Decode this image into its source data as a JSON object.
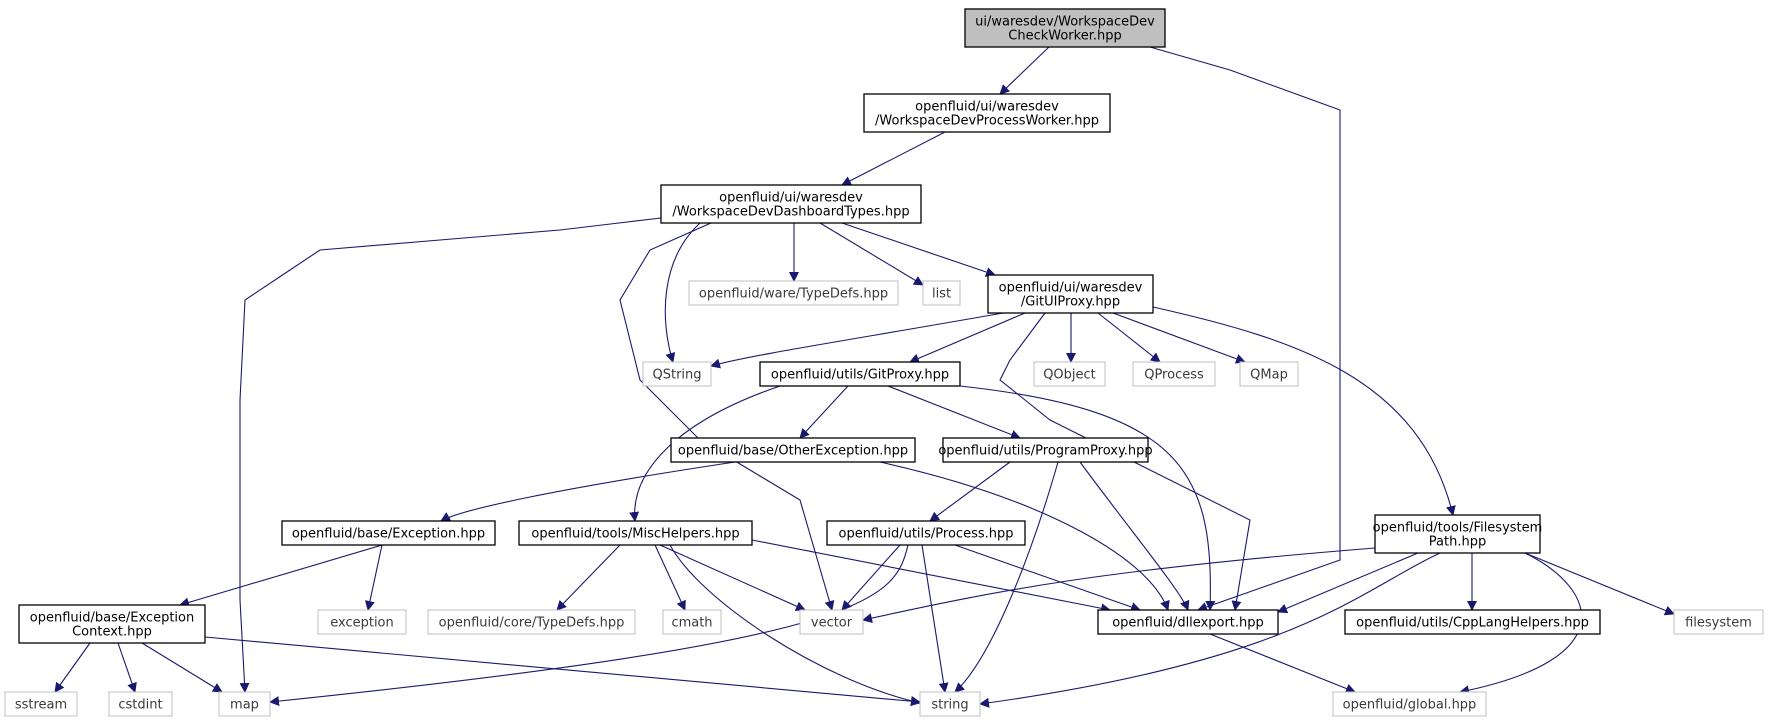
{
  "colors": {
    "edge": "#191970",
    "box_border_dark": "#000000",
    "box_border_light": "#bfbfbf",
    "root_fill": "#bfbfbf",
    "background": "#ffffff"
  },
  "nodes": [
    {
      "id": "root",
      "lines": [
        "ui/waresdev/WorkspaceDev",
        "CheckWorker.hpp"
      ],
      "style": "root"
    },
    {
      "id": "processworker",
      "lines": [
        "openfluid/ui/waresdev",
        "/WorkspaceDevProcessWorker.hpp"
      ],
      "style": "dark"
    },
    {
      "id": "dashtypes",
      "lines": [
        "openfluid/ui/waresdev",
        "/WorkspaceDevDashboardTypes.hpp"
      ],
      "style": "dark"
    },
    {
      "id": "waretypedefs",
      "lines": [
        "openfluid/ware/TypeDefs.hpp"
      ],
      "style": "light"
    },
    {
      "id": "list",
      "lines": [
        "list"
      ],
      "style": "light"
    },
    {
      "id": "gituiproxy",
      "lines": [
        "openfluid/ui/waresdev",
        "/GitUIProxy.hpp"
      ],
      "style": "dark"
    },
    {
      "id": "qstring",
      "lines": [
        "QString"
      ],
      "style": "light"
    },
    {
      "id": "gitproxy",
      "lines": [
        "openfluid/utils/GitProxy.hpp"
      ],
      "style": "dark"
    },
    {
      "id": "qobject",
      "lines": [
        "QObject"
      ],
      "style": "light"
    },
    {
      "id": "qprocess",
      "lines": [
        "QProcess"
      ],
      "style": "light"
    },
    {
      "id": "qmap",
      "lines": [
        "QMap"
      ],
      "style": "light"
    },
    {
      "id": "otherexception",
      "lines": [
        "openfluid/base/OtherException.hpp"
      ],
      "style": "dark"
    },
    {
      "id": "programproxy",
      "lines": [
        "openfluid/utils/ProgramProxy.hpp"
      ],
      "style": "dark"
    },
    {
      "id": "fspath",
      "lines": [
        "openfluid/tools/Filesystem",
        "Path.hpp"
      ],
      "style": "dark"
    },
    {
      "id": "exception",
      "lines": [
        "openfluid/base/Exception.hpp"
      ],
      "style": "dark"
    },
    {
      "id": "mischelpers",
      "lines": [
        "openfluid/tools/MiscHelpers.hpp"
      ],
      "style": "dark"
    },
    {
      "id": "process",
      "lines": [
        "openfluid/utils/Process.hpp"
      ],
      "style": "dark"
    },
    {
      "id": "exccontext",
      "lines": [
        "openfluid/base/Exception",
        "Context.hpp"
      ],
      "style": "dark"
    },
    {
      "id": "exceptionstd",
      "lines": [
        "exception"
      ],
      "style": "light"
    },
    {
      "id": "coretypedefs",
      "lines": [
        "openfluid/core/TypeDefs.hpp"
      ],
      "style": "light"
    },
    {
      "id": "cmath",
      "lines": [
        "cmath"
      ],
      "style": "light"
    },
    {
      "id": "vector",
      "lines": [
        "vector"
      ],
      "style": "light"
    },
    {
      "id": "dllexport",
      "lines": [
        "openfluid/dllexport.hpp"
      ],
      "style": "dark"
    },
    {
      "id": "cpplang",
      "lines": [
        "openfluid/utils/CppLangHelpers.hpp"
      ],
      "style": "dark"
    },
    {
      "id": "filesystem",
      "lines": [
        "filesystem"
      ],
      "style": "light"
    },
    {
      "id": "sstream",
      "lines": [
        "sstream"
      ],
      "style": "light"
    },
    {
      "id": "cstdint",
      "lines": [
        "cstdint"
      ],
      "style": "light"
    },
    {
      "id": "map",
      "lines": [
        "map"
      ],
      "style": "light"
    },
    {
      "id": "string",
      "lines": [
        "string"
      ],
      "style": "light"
    },
    {
      "id": "global",
      "lines": [
        "openfluid/global.hpp"
      ],
      "style": "light"
    }
  ],
  "edges": [
    [
      "root",
      "processworker"
    ],
    [
      "root",
      "dllexport"
    ],
    [
      "processworker",
      "dashtypes"
    ],
    [
      "dashtypes",
      "map"
    ],
    [
      "dashtypes",
      "vector"
    ],
    [
      "dashtypes",
      "qstring"
    ],
    [
      "dashtypes",
      "waretypedefs"
    ],
    [
      "dashtypes",
      "list"
    ],
    [
      "dashtypes",
      "gituiproxy"
    ],
    [
      "gituiproxy",
      "qstring"
    ],
    [
      "gituiproxy",
      "gitproxy"
    ],
    [
      "gituiproxy",
      "dllexport"
    ],
    [
      "gituiproxy",
      "qobject"
    ],
    [
      "gituiproxy",
      "qprocess"
    ],
    [
      "gituiproxy",
      "qmap"
    ],
    [
      "gituiproxy",
      "fspath"
    ],
    [
      "gitproxy",
      "mischelpers"
    ],
    [
      "gitproxy",
      "otherexception"
    ],
    [
      "gitproxy",
      "programproxy"
    ],
    [
      "gitproxy",
      "dllexport"
    ],
    [
      "otherexception",
      "exception"
    ],
    [
      "otherexception",
      "dllexport"
    ],
    [
      "programproxy",
      "process"
    ],
    [
      "programproxy",
      "string"
    ],
    [
      "programproxy",
      "dllexport"
    ],
    [
      "exception",
      "exccontext"
    ],
    [
      "exception",
      "exceptionstd"
    ],
    [
      "mischelpers",
      "coretypedefs"
    ],
    [
      "mischelpers",
      "cmath"
    ],
    [
      "mischelpers",
      "vector"
    ],
    [
      "mischelpers",
      "string"
    ],
    [
      "mischelpers",
      "dllexport"
    ],
    [
      "process",
      "vector"
    ],
    [
      "process",
      "map"
    ],
    [
      "process",
      "string"
    ],
    [
      "process",
      "dllexport"
    ],
    [
      "fspath",
      "vector"
    ],
    [
      "fspath",
      "dllexport"
    ],
    [
      "fspath",
      "string"
    ],
    [
      "fspath",
      "cpplang"
    ],
    [
      "fspath",
      "filesystem"
    ],
    [
      "fspath",
      "global"
    ],
    [
      "exccontext",
      "sstream"
    ],
    [
      "exccontext",
      "cstdint"
    ],
    [
      "exccontext",
      "map"
    ],
    [
      "exccontext",
      "string"
    ],
    [
      "dllexport",
      "global"
    ]
  ]
}
